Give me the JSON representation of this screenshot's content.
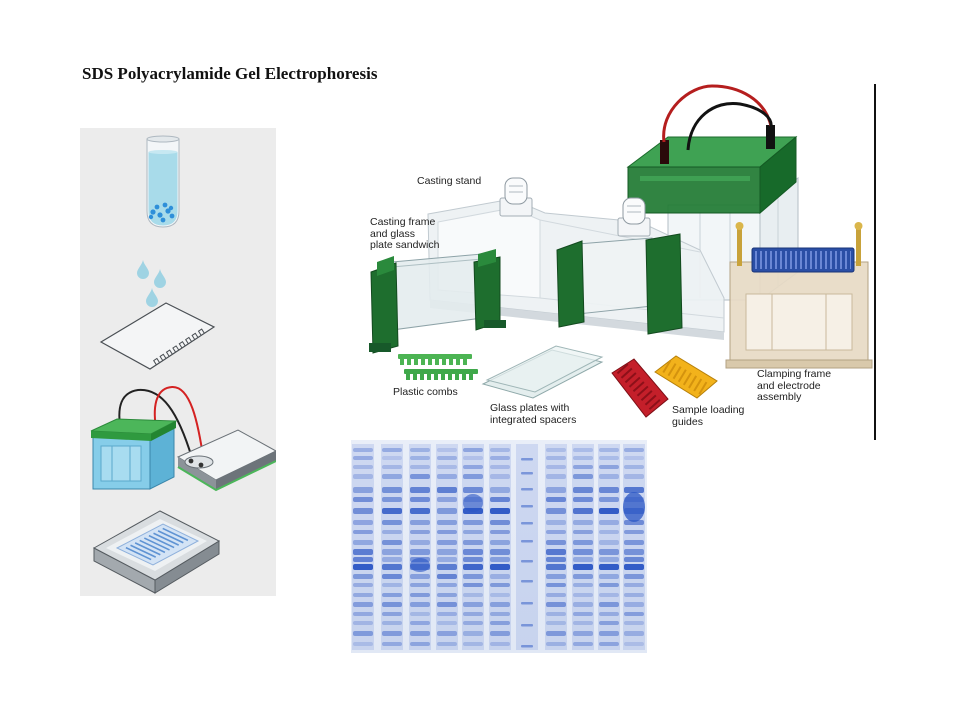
{
  "slide": {
    "title": "SDS Polyacrylamide Gel Electrophoresis"
  },
  "workflow_panel": {
    "icons": [
      "test-tube-icon",
      "gel-casting-icon",
      "electrophoresis-tank-icon",
      "power-supply-icon",
      "staining-tray-icon"
    ]
  },
  "equipment_photo": {
    "labels": {
      "casting_stand": [
        "Casting stand"
      ],
      "casting_frame": [
        "Casting frame",
        "and glass",
        "plate sandwich"
      ],
      "plastic_combs": [
        "Plastic combs"
      ],
      "glass_plates": [
        "Glass plates with",
        "integrated spacers"
      ],
      "sample_loading_guides": [
        "Sample loading",
        "guides"
      ],
      "clamping_frame": [
        "Clamping frame",
        "and electrode",
        "assembly"
      ]
    }
  },
  "colors": {
    "panel_background": "#ececec",
    "apparatus_green": "#1f7a32",
    "gel_background": "#e1e8f5",
    "gel_band": "#2a55c4",
    "divider": "#111111"
  }
}
